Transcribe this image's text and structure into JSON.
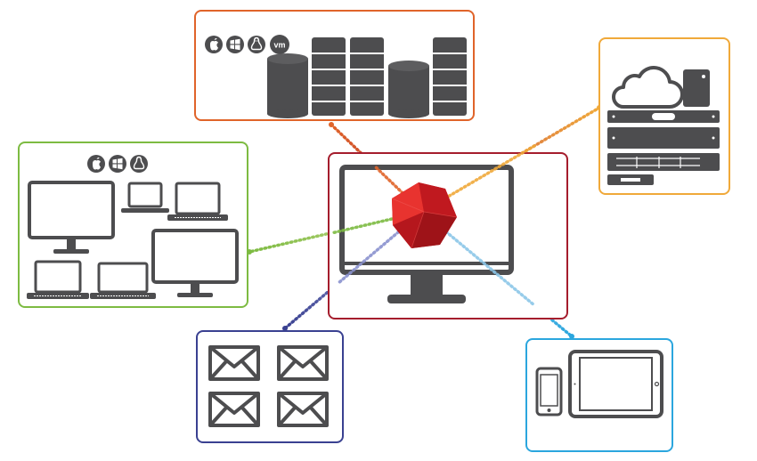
{
  "diagram": {
    "colors": {
      "device": "#4d4d4f",
      "center_box": "#a51d2d",
      "servers_box": "#e0642a",
      "cloud_box": "#f0a93a",
      "desktops_box": "#7dbb42",
      "mail_box": "#3a4191",
      "mobile_box": "#2ba6de",
      "cube": "#d42026"
    },
    "nodes": {
      "servers": {
        "os_badges": [
          "apple-icon",
          "windows-icon",
          "linux-icon",
          "vmware-icon"
        ],
        "vm_text": "vm"
      },
      "desktops": {
        "os_badges": [
          "apple-icon",
          "windows-icon",
          "linux-icon"
        ]
      },
      "cloud": {
        "items": [
          "cloud-icon",
          "rack-server",
          "blade-server",
          "storage-array"
        ]
      },
      "mail": {
        "envelope_count": 4
      },
      "mobile": {
        "items": [
          "smartphone",
          "tablet"
        ]
      }
    },
    "edges": [
      {
        "from": "center",
        "to": "servers",
        "color": "#e0642a"
      },
      {
        "from": "center",
        "to": "cloud",
        "color": "#f0a93a"
      },
      {
        "from": "center",
        "to": "desktops",
        "color": "#7dbb42"
      },
      {
        "from": "center",
        "to": "mail",
        "color": "#3a4191"
      },
      {
        "from": "center",
        "to": "mobile",
        "color": "#2ba6de"
      }
    ]
  }
}
